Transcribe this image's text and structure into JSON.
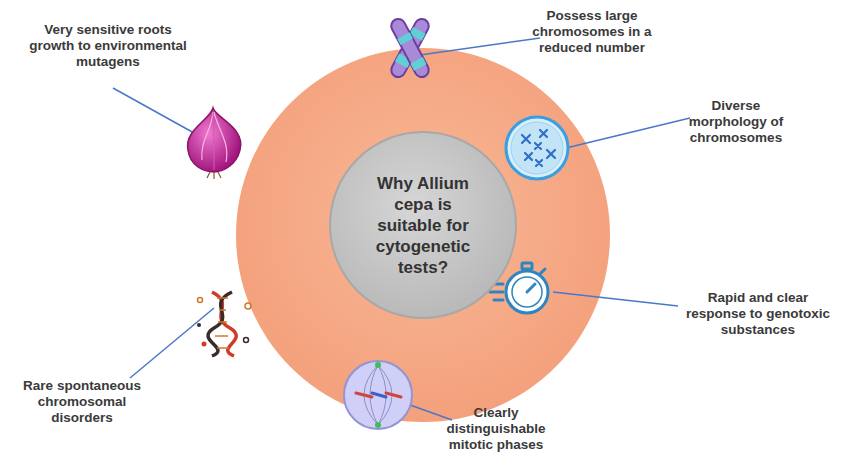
{
  "diagram": {
    "nodes": [
      {
        "text": [
          "Why Allium cepa is suitable for cytogenetic tests?"
        ]
      }
    ],
    "labels": [
      "Very sensitive roots growth to environmental mutagens",
      "Possess large chromosomes in a reduced number",
      "Diverse morphology of chromosomes",
      "Rapid and clear response to genotoxic substances",
      "Clearly distinguishable mitotic phases",
      "Rare spontaneous chromosomal disorders"
    ]
  }
}
